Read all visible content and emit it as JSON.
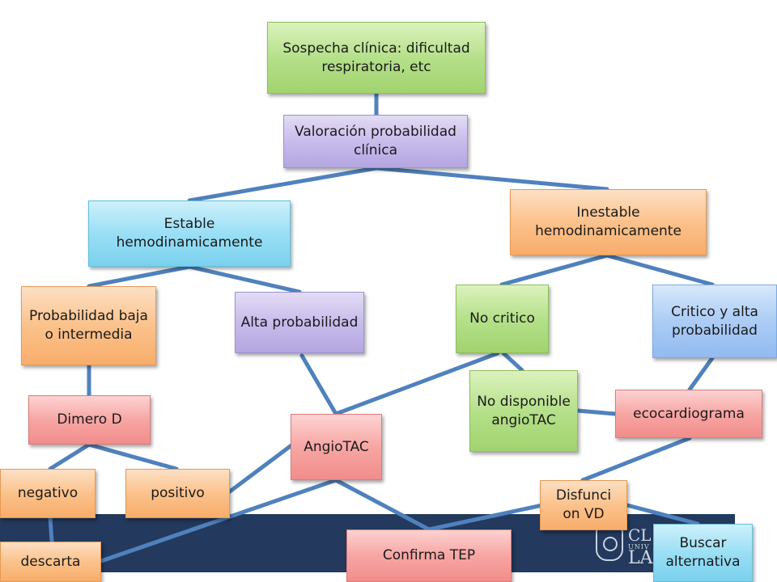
{
  "nodes": {
    "sospecha": "Sospecha clínica: dificultad respiratoria, etc",
    "valoracion": "Valoración probabilidad clínica",
    "estable": "Estable hemodinamicamente",
    "inestable": "Inestable hemodinamicamente",
    "prob_baja": "Probabilidad baja o intermedia",
    "alta_prob": "Alta probabilidad",
    "no_critico": "No critico",
    "critico_alta": "Critico y alta probabilidad",
    "dimero": "Dimero D",
    "angiotac": "AngioTAC",
    "no_disponible": "No disponible angioTAC",
    "ecocardiograma": "ecocardiograma",
    "negativo": "negativo",
    "positivo": "positivo",
    "disfuncion": "Disfunci on VD",
    "descarta": "descarta",
    "confirma": "Confirma TEP",
    "buscar": "Buscar alternativa"
  },
  "logo": {
    "line1": "CL",
    "line2": "UNIV",
    "line3": "LA"
  },
  "colors": {
    "connector": "#4f81bd",
    "footer_band": "#23395d"
  }
}
